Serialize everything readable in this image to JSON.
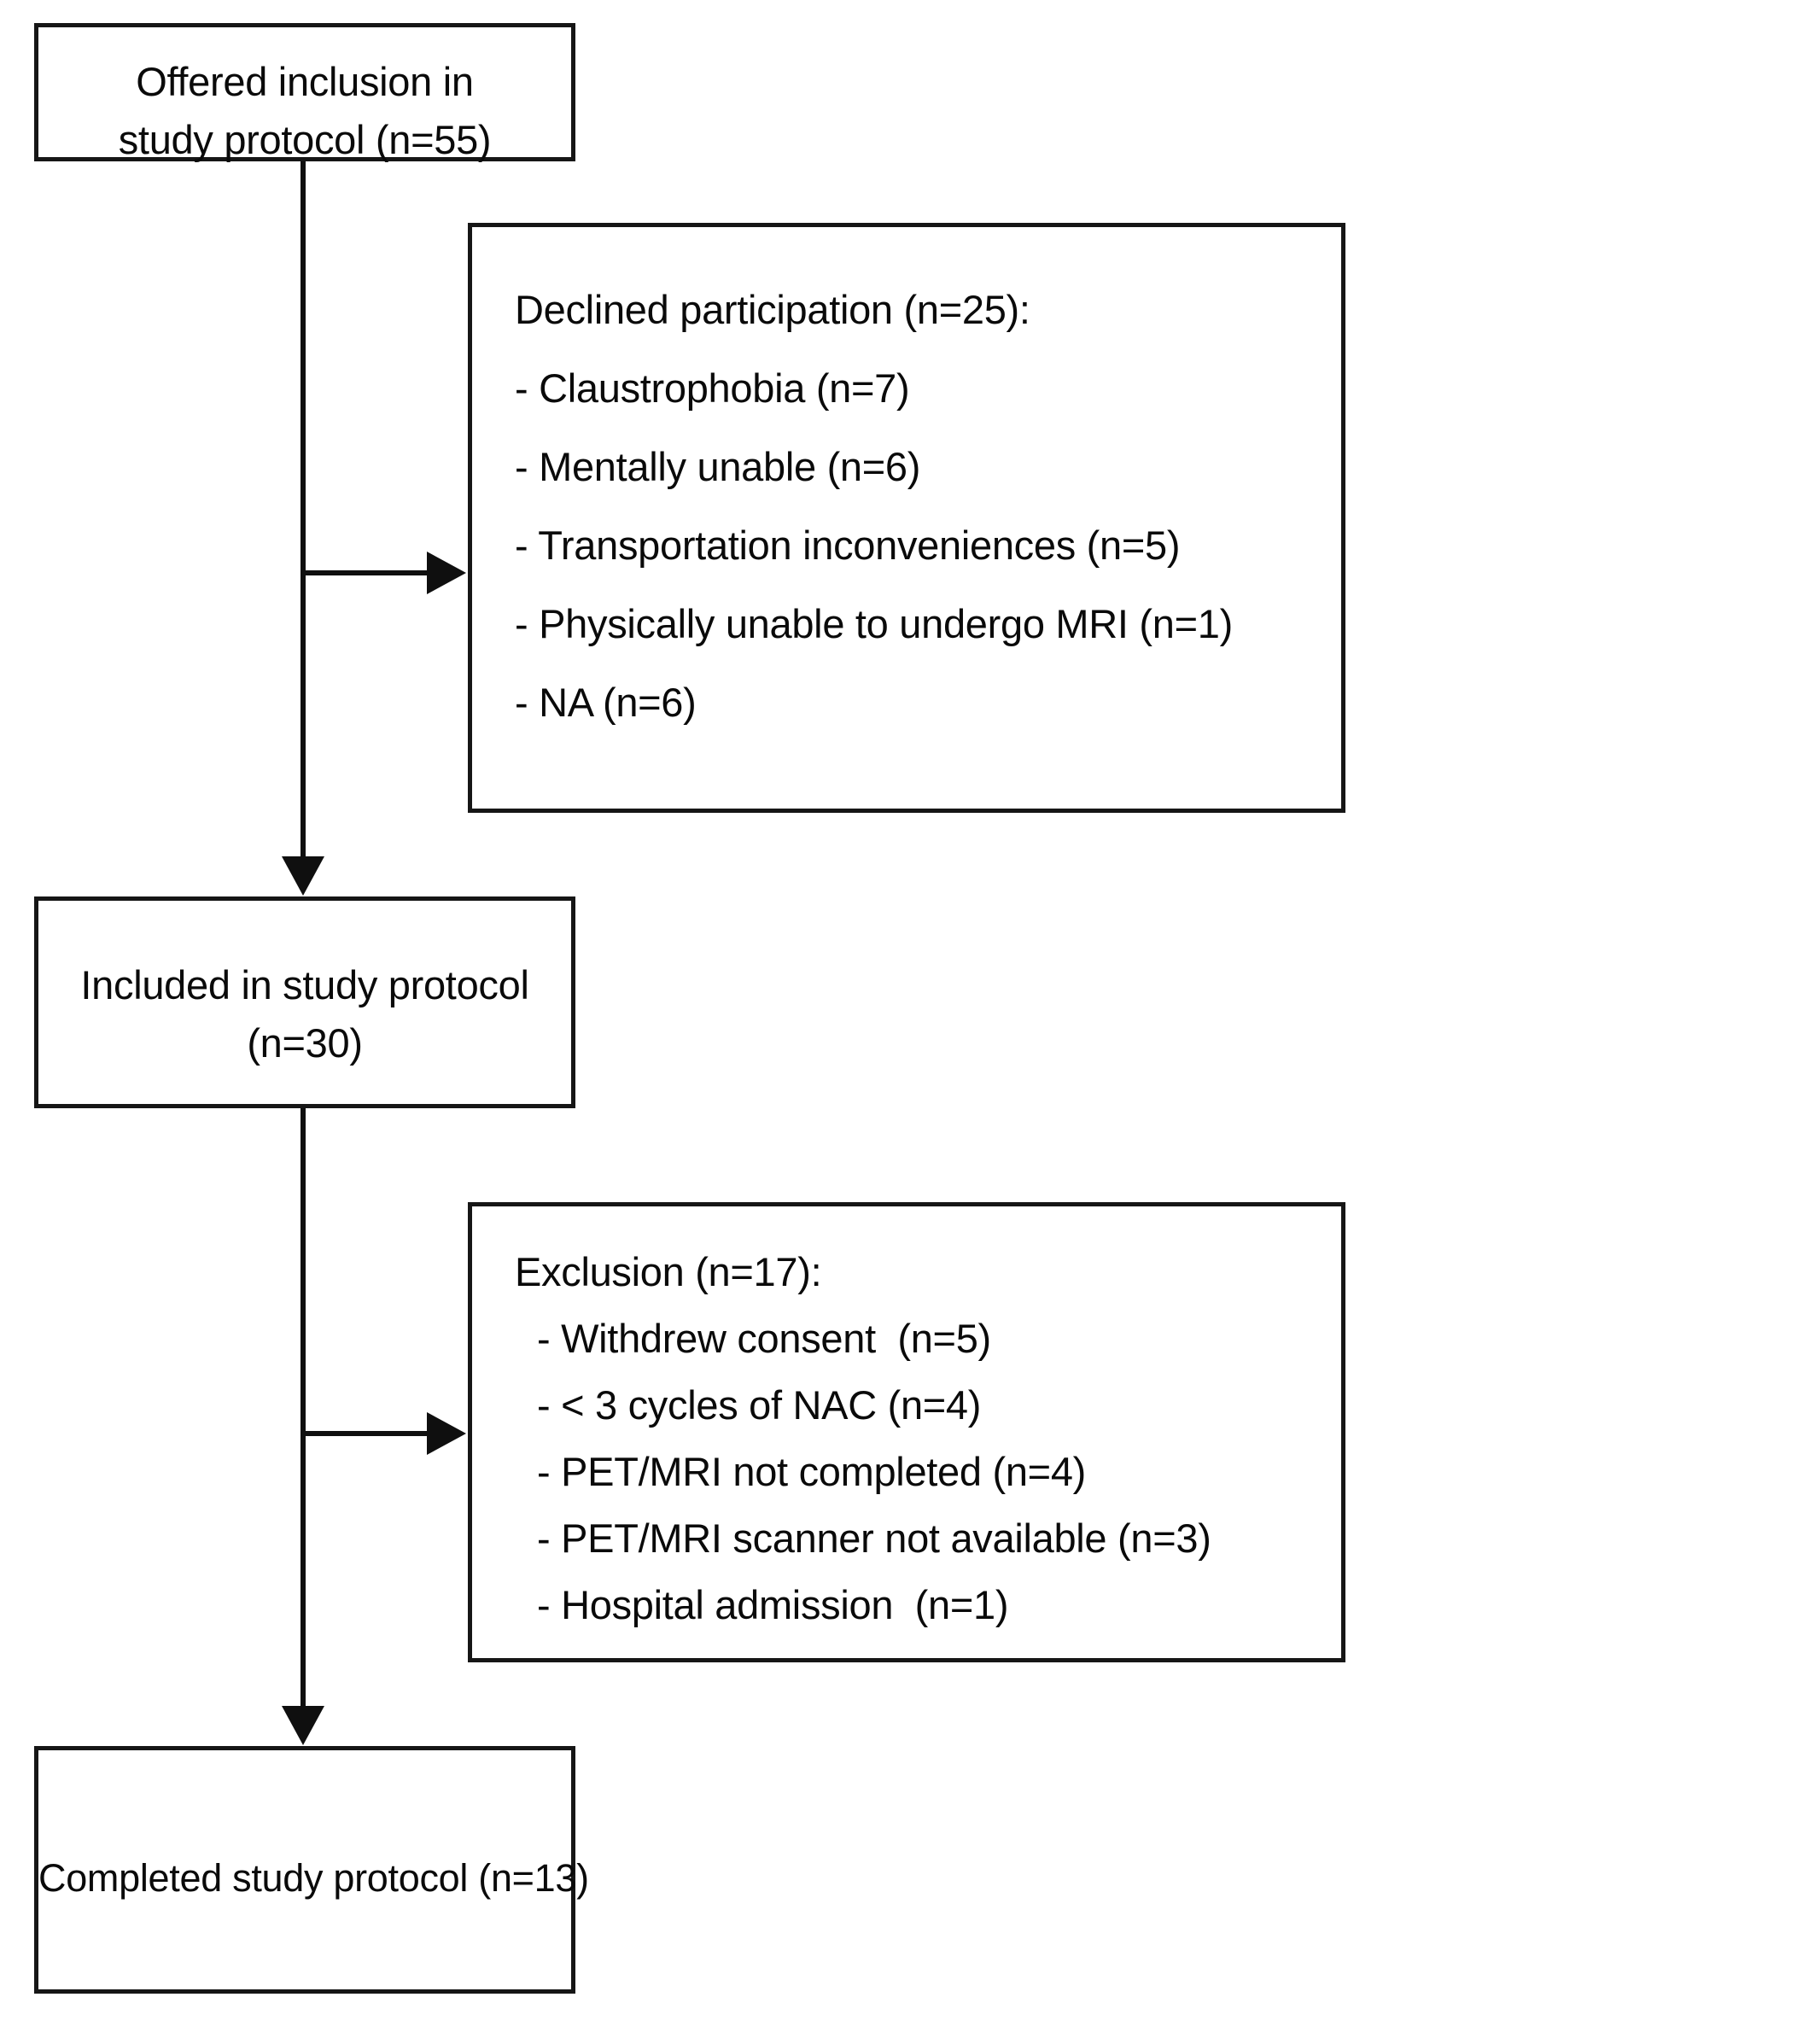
{
  "diagram": {
    "title": "Study protocol participant flow",
    "background_color": "#ffffff",
    "line_color": "#0f0f0f",
    "text_color": "#0a0a0a",
    "nodes": {
      "offered": {
        "line1": "Offered inclusion in",
        "line2": "study protocol (n=55)"
      },
      "declined": {
        "heading": "Declined participation (n=25):",
        "item1": "- Claustrophobia (n=7)",
        "item2": "- Mentally unable (n=6)",
        "item3": "- Transportation inconveniences (n=5)",
        "item4": "- Physically unable to undergo MRI (n=1)",
        "item5": "- NA (n=6)"
      },
      "included": {
        "line1": "Included in study protocol",
        "line2": "(n=30)"
      },
      "exclusion": {
        "heading": "Exclusion (n=17):",
        "item1": "- Withdrew consent  (n=5)",
        "item2": "- < 3 cycles of NAC (n=4)",
        "item3": "- PET/MRI not completed (n=4)",
        "item4": "- PET/MRI scanner not available (n=3)",
        "item5": "- Hospital admission  (n=1)"
      },
      "completed": {
        "line1": "Completed study protocol (n=13)"
      }
    }
  }
}
